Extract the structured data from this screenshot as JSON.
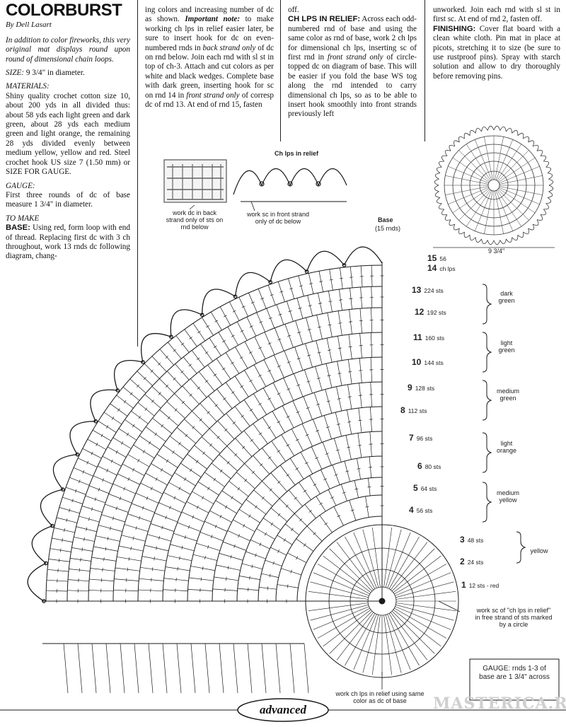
{
  "article": {
    "title": "COLORBURST",
    "byline": "By Dell Lasart",
    "intro": "In addition to color fireworks, this very original mat displays round upon round of dimensional chain loops.",
    "size_label": "SIZE:",
    "size_value": " 9 3/4\" in diameter.",
    "materials_label": "MATERIALS:",
    "materials": "Shiny quality crochet cotton size 10, about 200 yds in all divided thus: about 58 yds each light green and dark green, about 28 yds each medium green and light orange, the remaining 28 yds divided evenly between medium yellow, yellow and red. Steel crochet hook US size 7 (1.50 mm) or SIZE FOR GAUGE.",
    "gauge_label": "GAUGE:",
    "gauge": "First three rounds of dc of base measure 1 3/4\" in diameter.",
    "to_make_label": "TO MAKE",
    "base_label": "BASE:",
    "base_text": " Using red, form loop with end of thread. Replacing first dc with 3 ch throughout, work 13 rnds dc following diagram, chang-",
    "col2_a": "ing colors and increasing number of dc as shown.",
    "col2_note_label": "Important note:",
    "col2_b": " to make working ch lps in relief easier later, be sure to insert hook for dc on even-numbered rnds in",
    "col2_back": "back strand only",
    "col2_c": " of dc on rnd below. Join each rnd with sl st in top of ch-3. Attach and cut colors as per white and black wedges. Complete base with dark green, inserting hook for sc on rnd 14 in",
    "col2_front": "front strand only",
    "col2_d": " of corresp dc of rnd 13. At end of rnd 15, fasten",
    "col3_a": "off.",
    "ch_lps_label": "CH LPS IN RELIEF:",
    "col3_b": " Across each odd-numbered rnd of base and using the same color as rnd of base, work 2 ch lps for dimensional ch lps, inserting sc of first rnd in",
    "col3_front": "front strand only",
    "col3_c": " of circle-topped dc on diagram of base. This will be easier if you fold the base WS tog along the rnd intended to carry dimensional ch lps, so as to be able to insert hook smoothly into front strands previously left",
    "col4_a": "unworked. Join each rnd with sl st in first sc. At end of rnd 2, fasten off.",
    "finishing_label": "FINISHING:",
    "col4_b": " Cover flat board with a clean white cloth. Pin mat in place at picots, stretching it to size (be sure to use rustproof pins). Spray with starch solution and allow to dry thoroughly before removing pins."
  },
  "diagram": {
    "relief_title": "Ch lps in relief",
    "note_back": "work dc in back strand only of sts on rnd below",
    "note_front": "work sc in front strand only of dc below",
    "base_title": "Base",
    "base_sub": "(15 rnds)",
    "photo_size": "9 3/4\"",
    "rounds": [
      {
        "num": "15",
        "text": "56"
      },
      {
        "num": "14",
        "text": "ch lps"
      },
      {
        "num": "13",
        "text": "224 sts"
      },
      {
        "num": "12",
        "text": "192 sts"
      },
      {
        "num": "11",
        "text": "160 sts"
      },
      {
        "num": "10",
        "text": "144 sts"
      },
      {
        "num": "9",
        "text": "128 sts"
      },
      {
        "num": "8",
        "text": "112 sts"
      },
      {
        "num": "7",
        "text": "96 sts"
      },
      {
        "num": "6",
        "text": "80 sts"
      },
      {
        "num": "5",
        "text": "64 sts"
      },
      {
        "num": "4",
        "text": "56 sts"
      },
      {
        "num": "3",
        "text": "48 sts"
      },
      {
        "num": "2",
        "text": "24 sts"
      },
      {
        "num": "1",
        "text": "12 sts - red"
      }
    ],
    "colors": [
      "dark green",
      "light green",
      "medium green",
      "light orange",
      "medium yellow",
      "yellow"
    ],
    "note_sc": "work sc of \"ch lps in relief\" in free strand of sts marked by a circle",
    "gauge_box": "GAUGE: rnds 1-3 of base are 1 3/4\" across",
    "note_bottom": "work ch lps in relief using same color as dc of base",
    "skill": "advanced",
    "watermark": "MASTERICA.RU"
  }
}
